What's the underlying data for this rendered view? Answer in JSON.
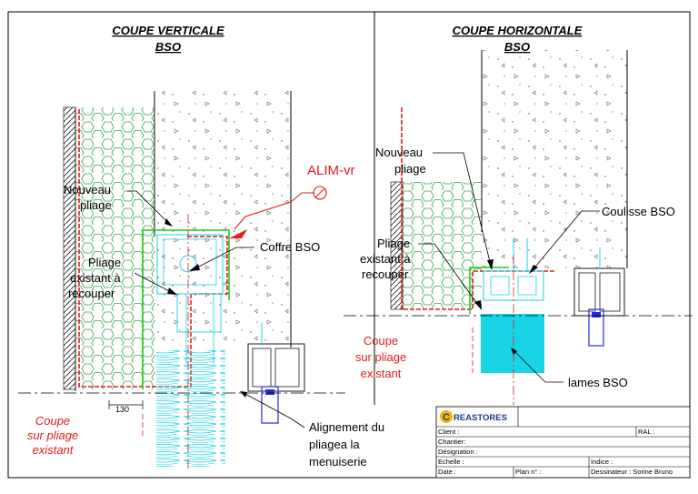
{
  "left_view": {
    "title_line1": "COUPE VERTICALE",
    "title_line2": "BSO",
    "labels": {
      "nouveau_pliage": [
        "Nouveau",
        "pliage"
      ],
      "pliage_existant": [
        "Pliage",
        "existant à",
        "recouper"
      ],
      "coffre": "Coffre BSO",
      "alim": "ALIM-vr",
      "dimension": "130",
      "coupe": [
        "Coupe",
        "sur pliage",
        "existant"
      ],
      "alignement": [
        "Alignement du",
        "pliagea la",
        "menuiserie"
      ]
    }
  },
  "right_view": {
    "title_line1": "COUPE HORIZONTALE",
    "title_line2": "BSO",
    "labels": {
      "nouveau_pliage": [
        "Nouveau",
        "pliage"
      ],
      "pliage_existant": [
        "Pliage",
        "existant à",
        "recouper"
      ],
      "coulisse": "Coulisse BSO",
      "coupe": [
        "Coupe",
        "sur pliage",
        "existant"
      ],
      "lames": "lames BSO"
    }
  },
  "title_block": {
    "logo_initial": "C",
    "logo_text": "REASTORES",
    "client": "Client :",
    "ral": "RAL :",
    "chantier": "Chantier:",
    "designation": "Désignation :",
    "echelle": "Echelle :",
    "indice": "Indice :",
    "date": "Date :",
    "plan": "Plan n° :",
    "dessinateur": "Dessinateur : Sorine Bruno"
  },
  "colors": {
    "red": "#e41d1d",
    "green": "#22cc22",
    "cyan": "#19d3e6",
    "blue": "#2a2ad8",
    "dark": "#1a1a1a",
    "insulation": "#3aa84a",
    "logo_blue": "#1f3a8a",
    "logo_yellow": "#f2b705"
  }
}
